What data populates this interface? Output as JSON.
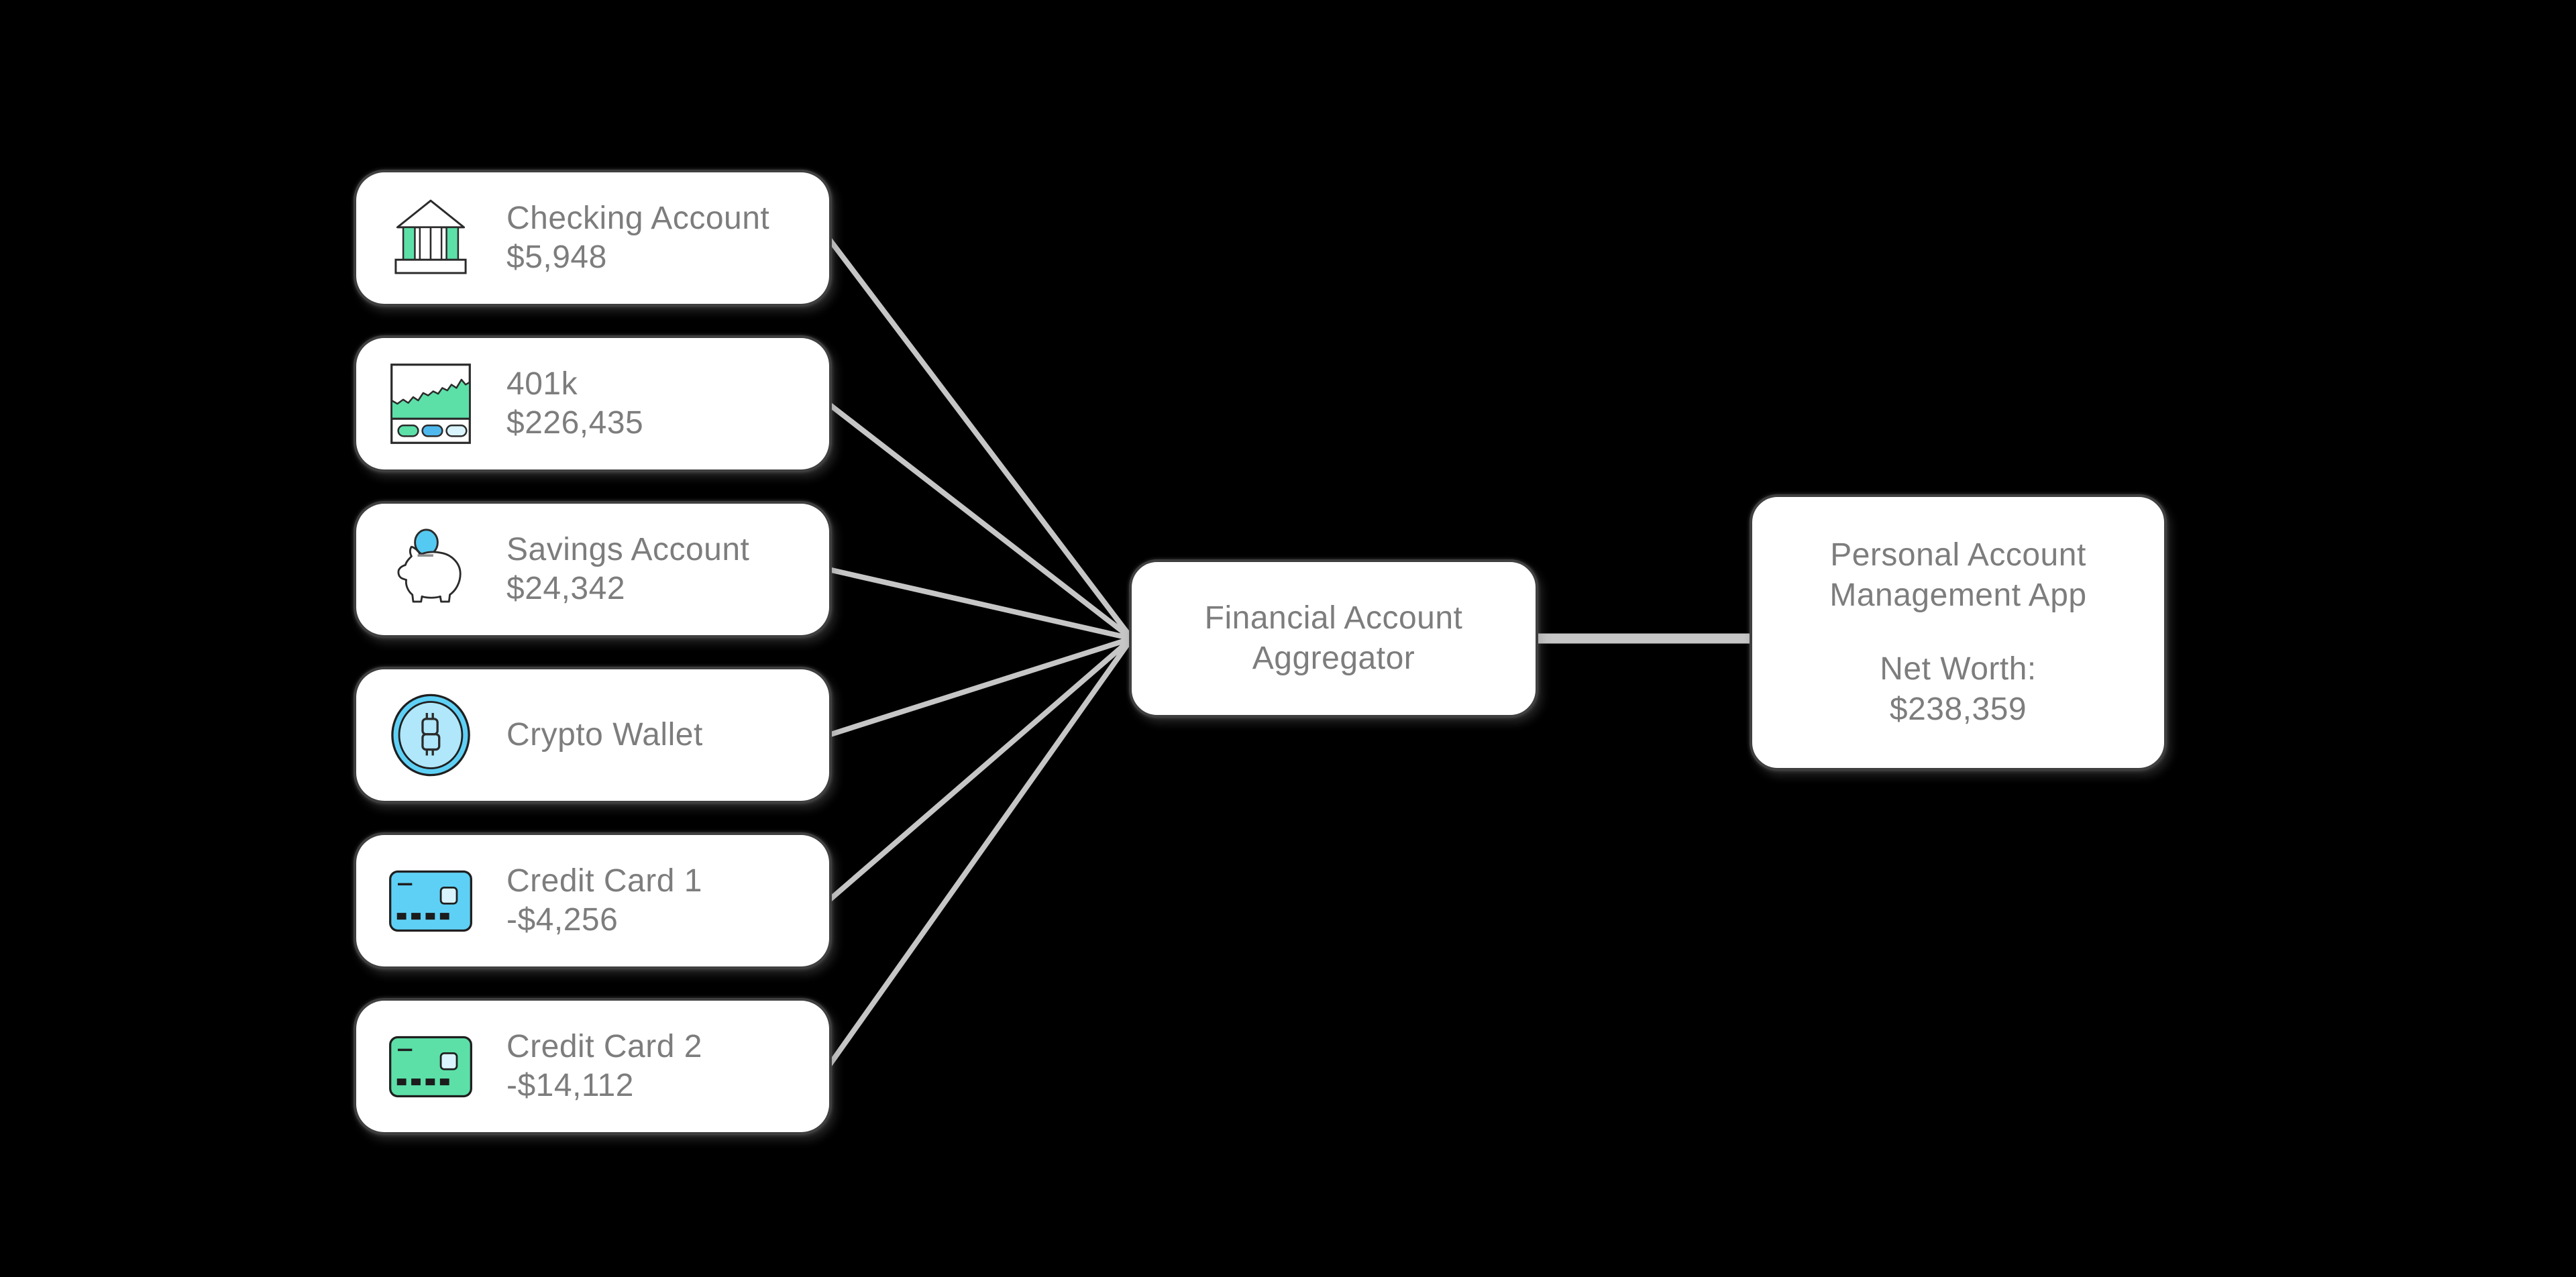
{
  "accounts": [
    {
      "title": "Checking Account",
      "value": "$5,948",
      "icon": "bank-icon"
    },
    {
      "title": "401k",
      "value": "$226,435",
      "icon": "area-chart-icon"
    },
    {
      "title": "Savings Account",
      "value": "$24,342",
      "icon": "piggy-bank-icon"
    },
    {
      "title": "Crypto Wallet",
      "value": "",
      "icon": "bitcoin-coin-icon"
    },
    {
      "title": "Credit Card 1",
      "value": "-$4,256",
      "icon": "credit-card-blue-icon"
    },
    {
      "title": "Credit Card 2",
      "value": "-$14,112",
      "icon": "credit-card-green-icon"
    }
  ],
  "aggregator": {
    "line1": "Financial Account",
    "line2": "Aggregator"
  },
  "app": {
    "line1": "Personal Account",
    "line2": "Management App",
    "net_worth_label": "Net Worth:",
    "net_worth_value": "$238,359"
  },
  "colors": {
    "background": "#000000",
    "node_fill": "#ffffff",
    "node_border": "#3f3f3f",
    "text_gray": "#7d7d7d",
    "connector_gray": "#c6c6c6",
    "mint_green": "#5ce0a8",
    "sky_blue": "#5fd0f5",
    "pale_blue": "#d9f4fc",
    "chart_blue": "#4fb9ee",
    "coin_blue": "#54c9f1"
  }
}
